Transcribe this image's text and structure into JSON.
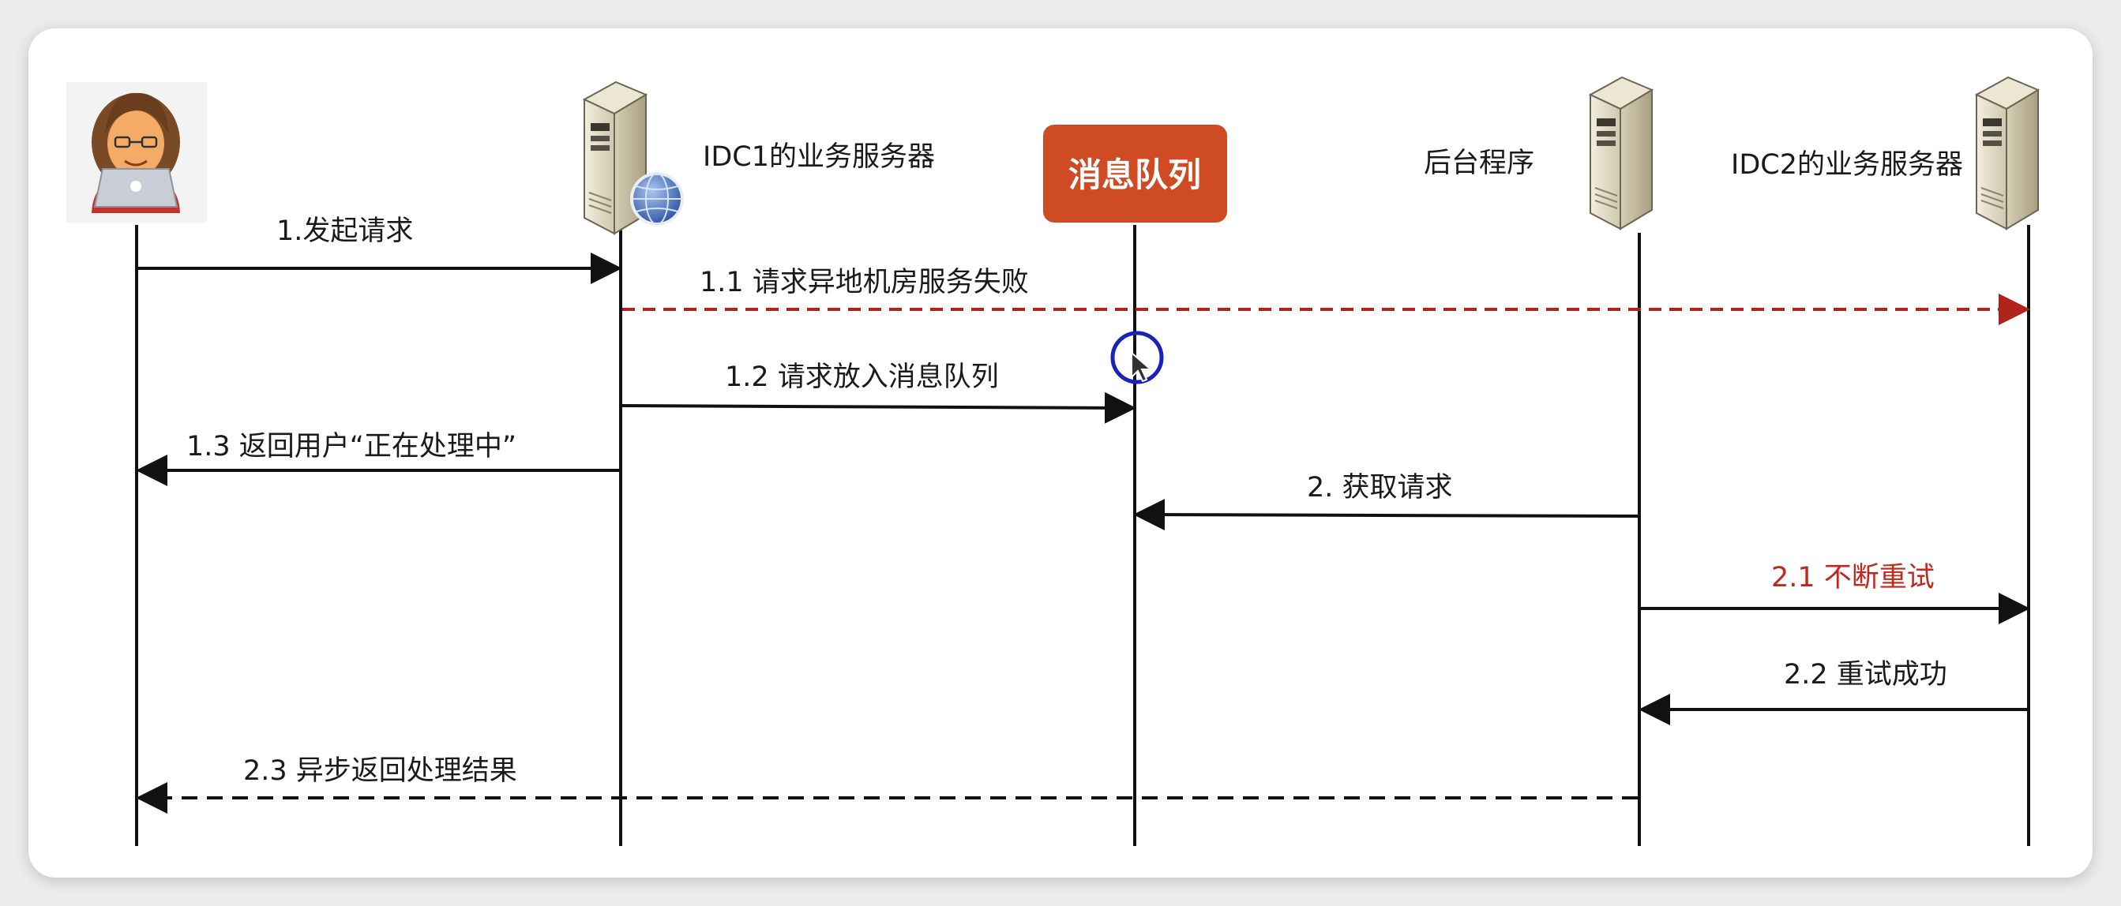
{
  "participants": {
    "user": "",
    "idc1": "IDC1的业务服务器",
    "mq": "消息队列",
    "backend": "后台程序",
    "idc2": "IDC2的业务服务器"
  },
  "messages": {
    "m1": "1.发起请求",
    "m1_1": "1.1 请求异地机房服务失败",
    "m1_2": "1.2 请求放入消息队列",
    "m1_3": "1.3 返回用户“正在处理中”",
    "m2": "2. 获取请求",
    "m2_1": "2.1 不断重试",
    "m2_2": "2.2 重试成功",
    "m2_3": "2.3 异步返回处理结果"
  },
  "colors": {
    "mq_box": "#cf4b23",
    "failure_arrow": "#b0231b",
    "retry_text": "#c0281d",
    "line": "#111111"
  },
  "icons": {
    "user": "user-with-laptop-icon",
    "server": "server-icon",
    "globe": "globe-icon"
  }
}
